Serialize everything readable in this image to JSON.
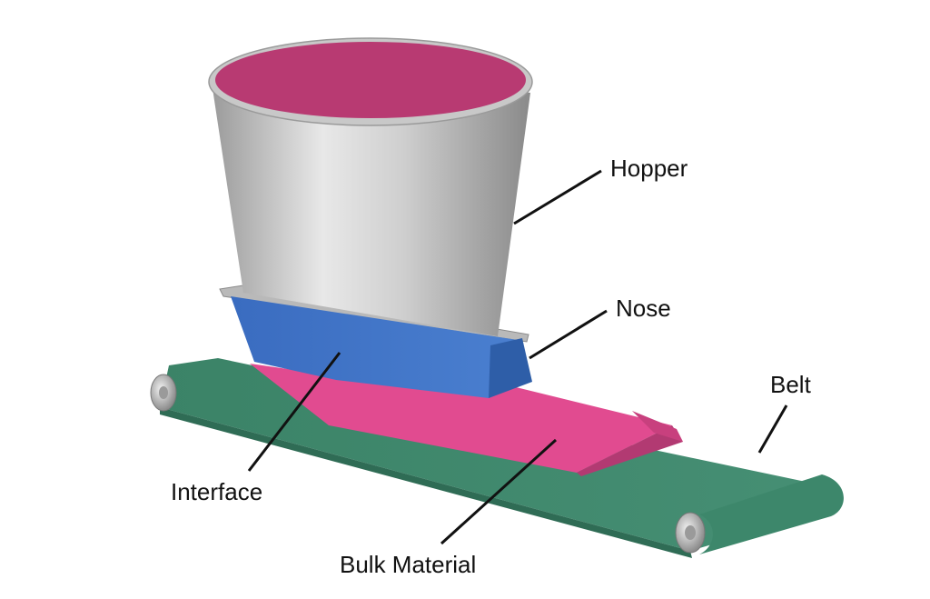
{
  "labels": {
    "hopper": "Hopper",
    "nose": "Nose",
    "belt": "Belt",
    "interface": "Interface",
    "bulk_material": "Bulk Material"
  },
  "colors": {
    "hopper_inside": "#b83a72",
    "hopper_wall_light": "#e4e4e4",
    "hopper_wall_dark": "#8f8f8f",
    "interface_blue": "#3f73c6",
    "bulk_material_pink": "#e1488e",
    "belt_green": "#3e8a6e",
    "roller_gray": "#c9c9c9",
    "leader_line": "#111111"
  }
}
